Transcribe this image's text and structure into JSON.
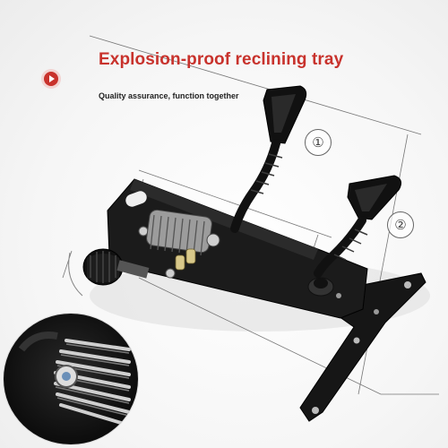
{
  "headline": "Explosion-proof reclining tray",
  "subline": "Quality assurance, function together",
  "callouts": [
    "①",
    "②"
  ],
  "icons": {
    "badge": "play-arrow-icon"
  },
  "colors": {
    "accent": "#c8322c",
    "metal": "#1a1a1a"
  }
}
